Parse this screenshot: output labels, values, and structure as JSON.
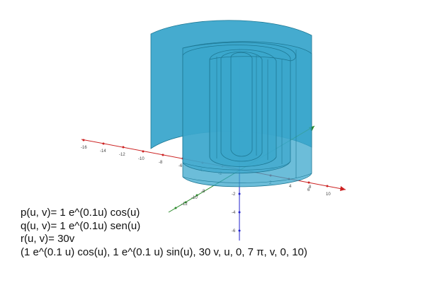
{
  "axes": {
    "x_ticks": [
      "-16",
      "-14",
      "-12",
      "-10",
      "-8",
      "-6",
      "-4",
      "-2",
      "2",
      "4",
      "6",
      "8",
      "10"
    ],
    "y_ticks": [
      "-12",
      "-10",
      "-8"
    ],
    "z_ticks": [
      "-2",
      "-4",
      "-6"
    ],
    "colors": {
      "x": "#cc2222",
      "y": "#2a8a2a",
      "z": "#2222cc"
    }
  },
  "surface": {
    "fill_color": "#3ba7cc",
    "edge_color": "#1e7894"
  },
  "formulas": [
    "p(u, v)= 1 e^(0.1u) cos(u)",
    "q(u, v)= 1 e^(0.1u) sen(u)",
    "r(u, v)= 30v",
    "(1 e^(0.1 u) cos(u), 1 e^(0.1 u) sin(u), 30 v, u, 0, 7 π, v, 0, 10)"
  ]
}
